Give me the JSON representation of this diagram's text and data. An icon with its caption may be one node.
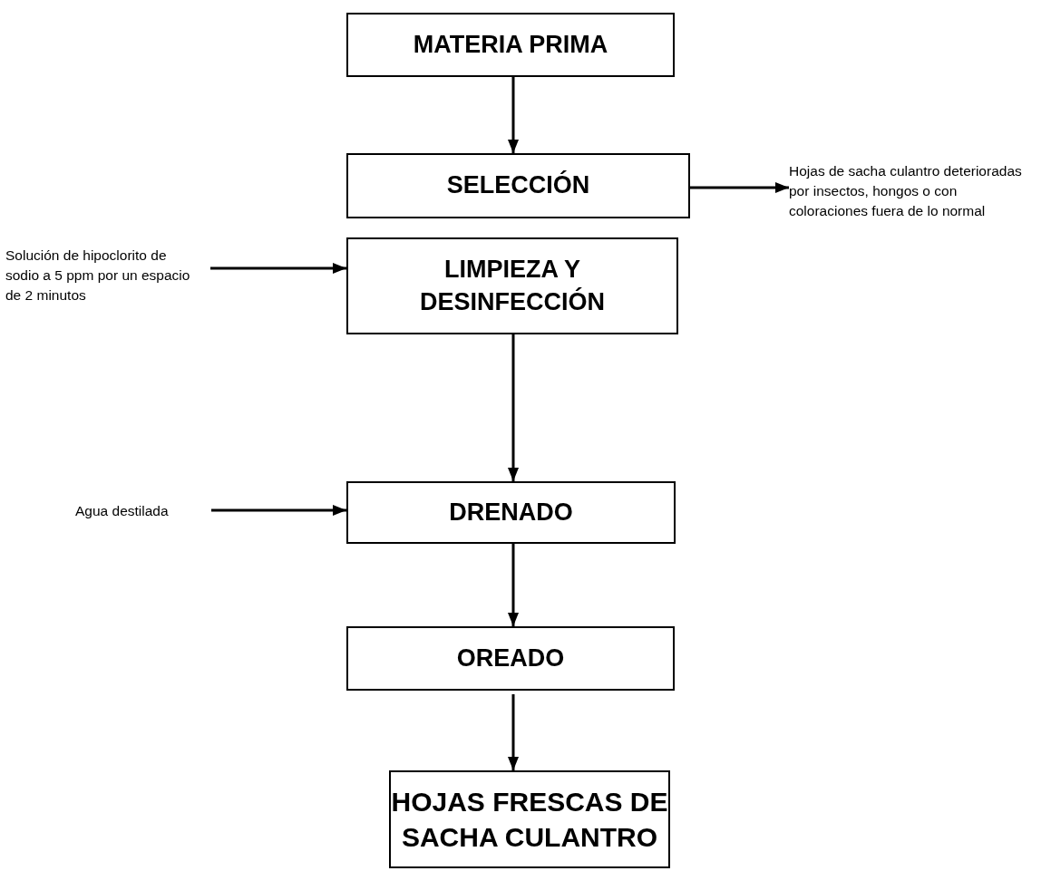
{
  "diagram": {
    "nodes": [
      {
        "text": [
          "MATERIA PRIMA"
        ]
      },
      {
        "text": [
          "SELECCIÓN"
        ]
      },
      {
        "text": [
          "Hojas de sacha culantro deterioradas por insectos, hongos o con coloraciones fuera de lo normal"
        ]
      },
      {
        "text": [
          "LIMPIEZA Y DESINFECCIÓN"
        ]
      },
      {
        "text": [
          "Solución de hipoclorito de sodio a 5 ppm por un espacio de 2 minutos"
        ]
      },
      {
        "text": [
          "DRENADO"
        ]
      },
      {
        "text": [
          "Agua destilada"
        ]
      },
      {
        "text": [
          "OREADO"
        ]
      },
      {
        "text": [
          "HOJAS FRESCAS DE SACHA CULANTRO"
        ]
      }
    ],
    "edges": [
      {
        "from": 0,
        "to": 1,
        "arrow": "to"
      },
      {
        "from": 1,
        "to": 2,
        "arrow": "to"
      },
      {
        "from": 4,
        "to": 3,
        "arrow": "to"
      },
      {
        "from": 3,
        "to": 5,
        "arrow": "to"
      },
      {
        "from": 6,
        "to": 5,
        "arrow": "to"
      },
      {
        "from": 5,
        "to": 7,
        "arrow": "to"
      },
      {
        "from": 7,
        "to": 8,
        "arrow": "to"
      }
    ]
  }
}
